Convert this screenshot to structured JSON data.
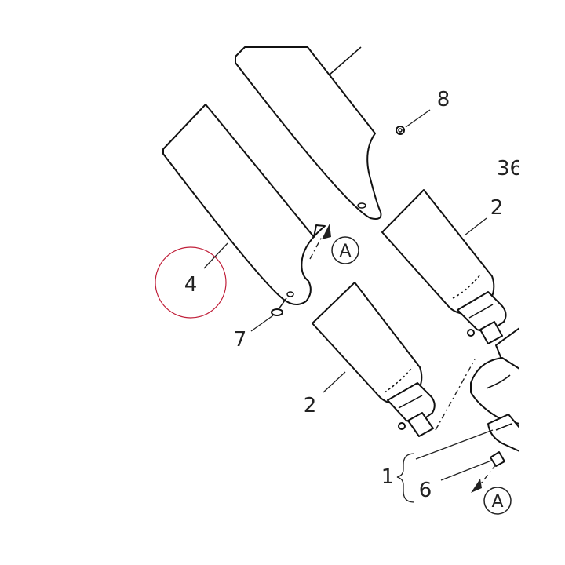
{
  "callouts": {
    "part_4": "4",
    "part_7": "7",
    "part_8": "8",
    "part_2_upper": "2",
    "part_2_lower": "2",
    "part_1": "1",
    "part_6": "6",
    "part_36_partial": "36"
  },
  "references": {
    "upper": "A",
    "lower": "A"
  },
  "colors": {
    "highlight_ring": "#c0203a",
    "line": "#111111"
  }
}
